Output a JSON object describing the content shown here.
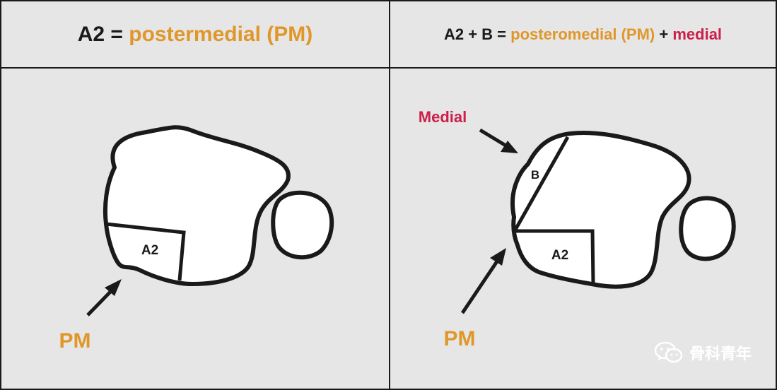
{
  "left_panel": {
    "header": {
      "term": "A2",
      "equals": " = ",
      "result": "postermedial (PM)"
    },
    "region_label": "A2",
    "arrow_label": "PM"
  },
  "right_panel": {
    "header": {
      "term_a": "A2",
      "plus_1": " + ",
      "term_b": "B",
      "equals": " = ",
      "result_1": "posteromedial (PM)",
      "plus_2": " + ",
      "result_2": "medial"
    },
    "region_label_a2": "A2",
    "region_label_b": "B",
    "arrow_label_medial": "Medial",
    "arrow_label_pm": "PM"
  },
  "watermark": {
    "icon": "wechat-icon",
    "text": "骨科青年"
  },
  "colors": {
    "orange": "#e0972a",
    "red": "#cc1f4a",
    "background": "#e6e6e6",
    "outline": "#1a1a1a"
  }
}
